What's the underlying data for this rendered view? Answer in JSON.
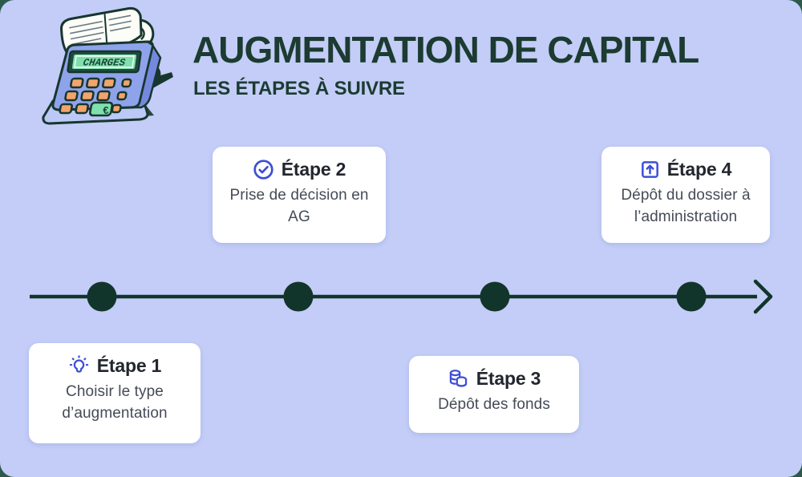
{
  "header": {
    "title": "AUGMENTATION DE CAPITAL",
    "subtitle": "LES ÉTAPES À SUIVRE"
  },
  "illustration": {
    "name": "calculator-with-receipt",
    "display_text": "CHARGES",
    "euro_key_label": "€"
  },
  "steps": [
    {
      "label": "Étape 1",
      "description": "Choisir le type d’augmentation",
      "icon": "idea-lightbulb-icon",
      "position": "below"
    },
    {
      "label": "Étape 2",
      "description": "Prise de décision en AG",
      "icon": "check-circle-icon",
      "position": "above"
    },
    {
      "label": "Étape 3",
      "description": "Dépôt des fonds",
      "icon": "coins-icon",
      "position": "below"
    },
    {
      "label": "Étape 4",
      "description": "Dépôt du dossier à l’administration",
      "icon": "upload-arrow-icon",
      "position": "above"
    }
  ],
  "timeline": {
    "direction": "left-to-right",
    "dot_count": 4
  },
  "colors": {
    "background": "#C3CDF7",
    "outer_background": "#2D5A4B",
    "card": "#FFFFFF",
    "dark_green_text": "#1C3B31",
    "timeline_green": "#12352B",
    "accent_blue": "#3D4ED8",
    "heading_text": "#23262E",
    "body_text": "#454B57",
    "calc_body_blue": "#8FA3EB",
    "calc_key_orange": "#F3A46B",
    "calc_screen_green": "#7FE0AE"
  }
}
